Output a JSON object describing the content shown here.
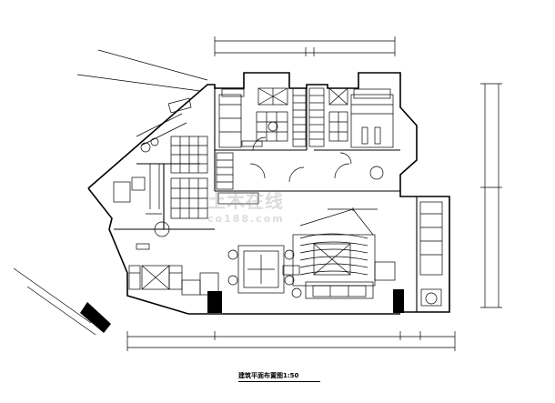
{
  "watermark": {
    "brand": "土木在线",
    "domain": "co188.com"
  },
  "caption": {
    "title": "建筑平面布置图1:50"
  },
  "colors": {
    "line": "#000000",
    "accent": "#555555",
    "watermark": "#969696"
  }
}
